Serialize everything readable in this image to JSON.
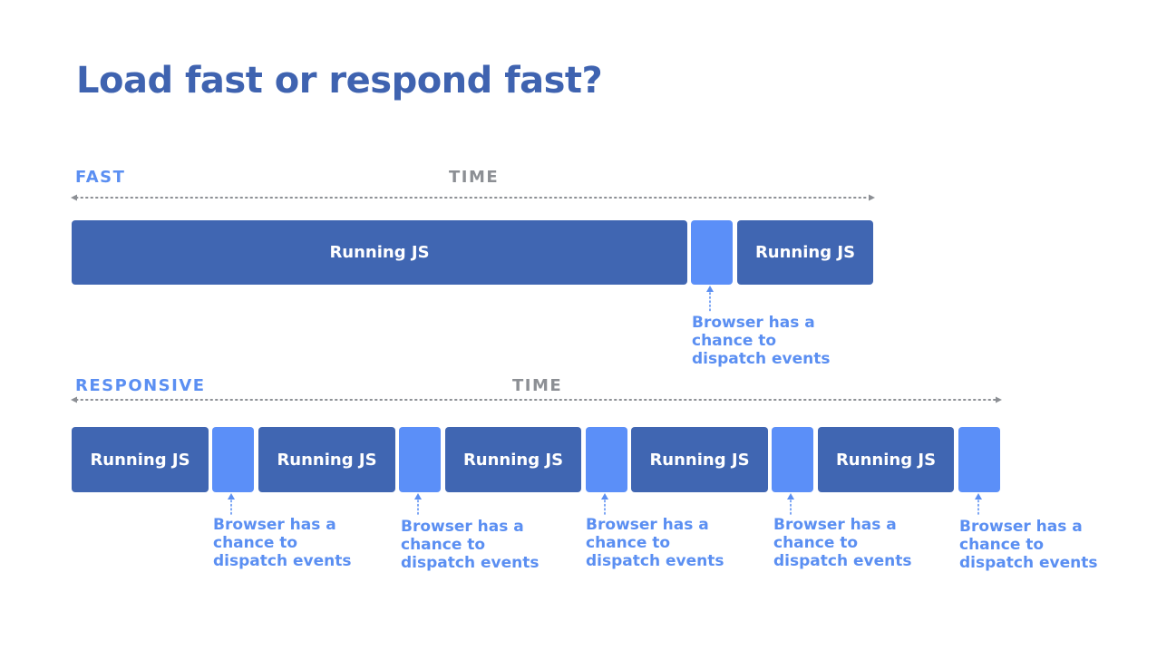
{
  "title": "Load fast or respond fast?",
  "colors": {
    "title": "#3f63b0",
    "running_js": "#4066b2",
    "browser_chance": "#5b8ff8",
    "accent_text": "#5b8ff2",
    "time_label": "#8c8f94",
    "arrow": "#8c8f94"
  },
  "fast": {
    "label": "FAST",
    "time_label": "TIME",
    "blocks": [
      {
        "kind": "running-js",
        "label": "Running JS"
      },
      {
        "kind": "browser-chance",
        "label": ""
      },
      {
        "kind": "running-js",
        "label": "Running JS"
      }
    ],
    "notes": [
      {
        "lines": [
          "Browser has a",
          "chance to",
          "dispatch events"
        ]
      }
    ]
  },
  "responsive": {
    "label": "RESPONSIVE",
    "time_label": "TIME",
    "blocks": [
      {
        "kind": "running-js",
        "label": "Running JS"
      },
      {
        "kind": "browser-chance",
        "label": ""
      },
      {
        "kind": "running-js",
        "label": "Running JS"
      },
      {
        "kind": "browser-chance",
        "label": ""
      },
      {
        "kind": "running-js",
        "label": "Running JS"
      },
      {
        "kind": "browser-chance",
        "label": ""
      },
      {
        "kind": "running-js",
        "label": "Running JS"
      },
      {
        "kind": "browser-chance",
        "label": ""
      },
      {
        "kind": "running-js",
        "label": "Running JS"
      },
      {
        "kind": "browser-chance",
        "label": ""
      }
    ],
    "notes": [
      {
        "lines": [
          "Browser has a",
          "chance to",
          "dispatch events"
        ]
      },
      {
        "lines": [
          "Browser has a",
          "chance to",
          "dispatch events"
        ]
      },
      {
        "lines": [
          "Browser has a",
          "chance to",
          "dispatch events"
        ]
      },
      {
        "lines": [
          "Browser has a",
          "chance to",
          "dispatch events"
        ]
      },
      {
        "lines": [
          "Browser has a",
          "chance to",
          "dispatch events"
        ]
      }
    ]
  }
}
